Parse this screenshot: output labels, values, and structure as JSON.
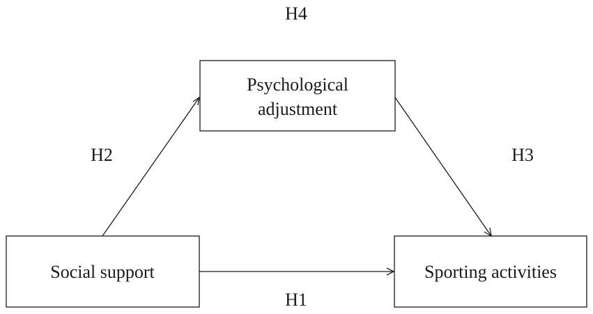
{
  "diagram": {
    "nodes": {
      "psychological": {
        "line1": "Psychological",
        "line2": "adjustment"
      },
      "social": {
        "label": "Social support"
      },
      "sporting": {
        "label": "Sporting activities"
      }
    },
    "hypotheses": {
      "h1": "H1",
      "h2": "H2",
      "h3": "H3",
      "h4": "H4"
    },
    "colors": {
      "stroke": "#1a1a1a",
      "background": "#ffffff"
    }
  }
}
